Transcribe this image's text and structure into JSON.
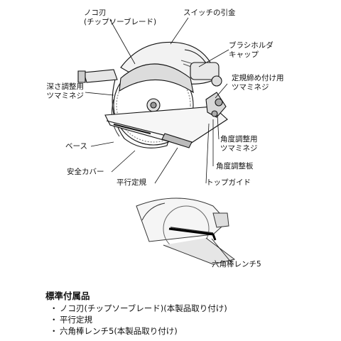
{
  "labels": {
    "blade": [
      "ノコ刃",
      "(チップソーブレード)"
    ],
    "switch_trigger": "スイッチの引金",
    "brush_holder_cap": [
      "ブラシホルダ",
      "キャップ"
    ],
    "rip_fence_knob": [
      "定規締め付け用",
      "ツマミネジ"
    ],
    "depth_knob": [
      "深さ調整用",
      "ツマミネジ"
    ],
    "base": "ベース",
    "bevel_knob": [
      "角度調整用",
      "ツマミネジ"
    ],
    "bevel_plate": "角度調整板",
    "guard": "安全カバー",
    "top_guide": "トップガイド",
    "rip_fence": "平行定規",
    "hex_wrench": "六角棒レンチ5"
  },
  "accessories": {
    "title": "標準付属品",
    "items": [
      "ノコ刃(チップソーブレード)(本製品取り付け)",
      "平行定規",
      "六角棒レンチ5(本製品取り付け)"
    ],
    "bullet": "・"
  }
}
